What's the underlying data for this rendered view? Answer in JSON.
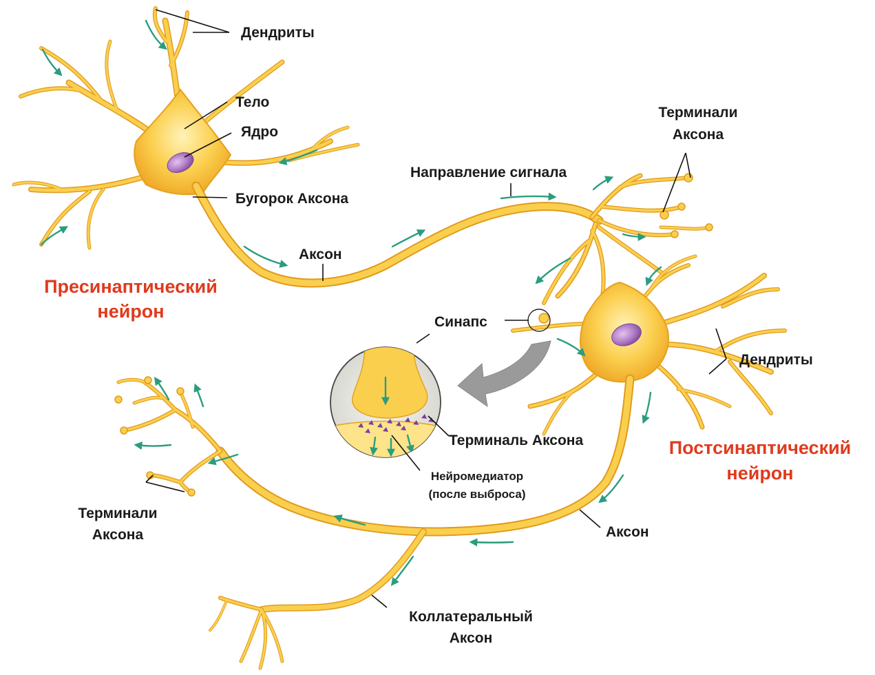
{
  "colors": {
    "neuron_fill": "#f8c23c",
    "neuron_light": "#fde38a",
    "neuron_edge": "#e4a21e",
    "nucleus": "#a56bb8",
    "signal_arrow": "#2a9d7f",
    "title_red": "#e03a1e",
    "callout_gray": "#9a9a9a",
    "neurotransmitter": "#7b3fa0"
  },
  "icons": {
    "signal_arrow": "teal-arrow-icon",
    "zoom_arrow": "gray-curved-arrow-icon"
  },
  "labels": {
    "dendrites_top": "Дендриты",
    "body": "Тело",
    "nucleus": "Ядро",
    "axon_hillock": "Бугорок Аксона",
    "axon_top": "Аксон",
    "signal_direction": "Направление сигнала",
    "axon_terminals_top_1": "Терминали",
    "axon_terminals_top_2": "Аксона",
    "synapse": "Синапс",
    "dendrites_right": "Дендриты",
    "axon_terminal": "Терминаль Аксона",
    "neurotransmitter_1": "Нейромедиатор",
    "neurotransmitter_2": "(после выброса)",
    "axon_terminals_bottom_1": "Терминали",
    "axon_terminals_bottom_2": "Аксона",
    "axon_bottom": "Аксон",
    "collateral_1": "Коллатеральный",
    "collateral_2": "Аксон"
  },
  "titles": {
    "presynaptic_1": "Пресинаптический",
    "presynaptic_2": "нейрон",
    "postsynaptic_1": "Постсинаптический",
    "postsynaptic_2": "нейрон"
  }
}
